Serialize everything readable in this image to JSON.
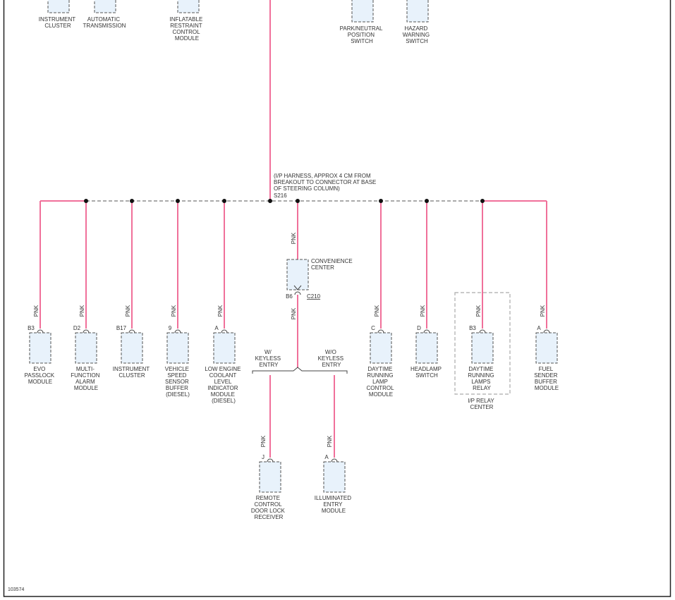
{
  "figure_id": "103574",
  "wire_color": "PNK",
  "colors": {
    "wire": "#f0709a",
    "box_fill": "#e8f2fb",
    "outline": "#555555"
  },
  "harness_note": [
    "(I/P HARNESS, APPROX 4 CM FROM",
    "BREAKOUT TO CONNECTOR AT BASE",
    "OF STEERING COLUMN)"
  ],
  "splice": "S216",
  "top_components": [
    {
      "lines": [
        "INSTRUMENT",
        "CLUSTER"
      ]
    },
    {
      "lines": [
        "AUTOMATIC",
        "TRANSMISSION"
      ]
    },
    {
      "lines": [
        "INFLATABLE",
        "RESTRAINT",
        "CONTROL",
        "MODULE"
      ]
    },
    {
      "lines": [
        "PARK/NEUTRAL",
        "POSITION",
        "SWITCH"
      ]
    },
    {
      "lines": [
        "HAZARD",
        "WARNING",
        "SWITCH"
      ]
    }
  ],
  "convenience_center": {
    "lines": [
      "CONVENIENCE",
      "CENTER"
    ],
    "pin": "B6",
    "connector": "C210"
  },
  "branches": [
    {
      "pin": "B3",
      "lines": [
        "EVO",
        "PASSLOCK",
        "MODULE"
      ]
    },
    {
      "pin": "D2",
      "lines": [
        "MULTI-",
        "FUNCTION",
        "ALARM",
        "MODULE"
      ]
    },
    {
      "pin": "B17",
      "lines": [
        "INSTRUMENT",
        "CLUSTER"
      ]
    },
    {
      "pin": "9",
      "lines": [
        "VEHICLE",
        "SPEED",
        "SENSOR",
        "BUFFER",
        "(DIESEL)"
      ]
    },
    {
      "pin": "A",
      "lines": [
        "LOW ENGINE",
        "COOLANT",
        "LEVEL",
        "INDICATOR",
        "MODULE",
        "(DIESEL)"
      ]
    },
    {
      "pin": "C",
      "lines": [
        "DAYTIME",
        "RUNNING",
        "LAMP",
        "CONTROL",
        "MODULE"
      ]
    },
    {
      "pin": "D",
      "lines": [
        "HEADLAMP",
        "SWITCH"
      ]
    },
    {
      "pin": "B3",
      "lines": [
        "DAYTIME",
        "RUNNING",
        "LAMPS",
        "RELAY"
      ]
    },
    {
      "pin": "A",
      "lines": [
        "FUEL",
        "SENDER",
        "BUFFER",
        "MODULE"
      ]
    }
  ],
  "relay_center": {
    "lines": [
      "I/P RELAY",
      "CENTER"
    ]
  },
  "options": [
    {
      "lines": [
        "W/",
        "KEYLESS",
        "ENTRY"
      ]
    },
    {
      "lines": [
        "W/O",
        "KEYLESS",
        "ENTRY"
      ]
    }
  ],
  "bottom_components": [
    {
      "pin": "J",
      "lines": [
        "REMOTE",
        "CONTROL",
        "DOOR LOCK",
        "RECEIVER"
      ]
    },
    {
      "pin": "A",
      "lines": [
        "ILLUMINATED",
        "ENTRY",
        "MODULE"
      ]
    }
  ]
}
